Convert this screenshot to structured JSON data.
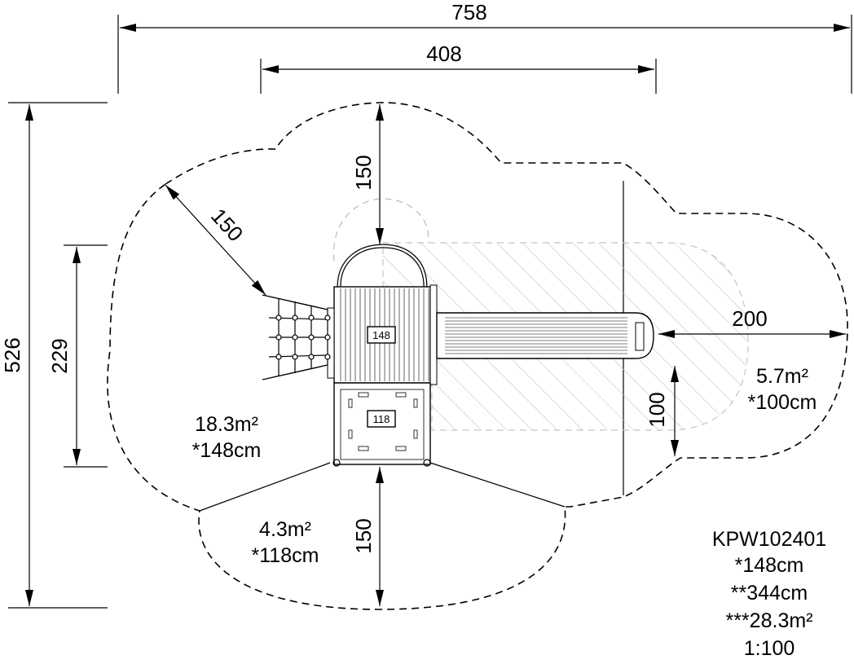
{
  "dimensions": {
    "overall_width": "758",
    "platform_span": "408",
    "overall_depth": "526",
    "net_span": "229",
    "top_clearance": "150",
    "net_clearance": "150",
    "bottom_clearance": "150",
    "slide_runout": "200",
    "slide_side": "100"
  },
  "areas": {
    "main": {
      "area": "18.3m²",
      "height": "*148cm"
    },
    "bottom": {
      "area": "4.3m²",
      "height": "*118cm"
    },
    "slide": {
      "area": "5.7m²",
      "height": "*100cm"
    }
  },
  "platforms": {
    "upper_height": "148",
    "lower_height": "118"
  },
  "info": {
    "product_code": "KPW102401",
    "fall_height": "*148cm",
    "total_height": "**344cm",
    "total_area": "***28.3m²",
    "scale": "1:100"
  }
}
